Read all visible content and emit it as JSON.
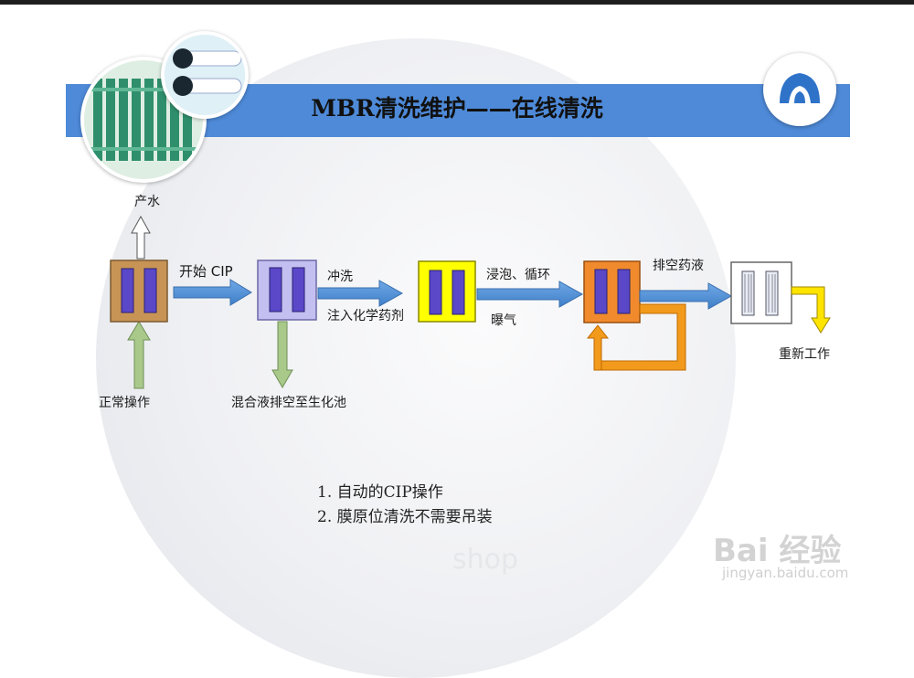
{
  "title": "MBR清洗维护——在线清洗",
  "labels": {
    "product_water": "产水",
    "start_cip": "开始 CIP",
    "normal_operation": "正常操作",
    "drain_mixed": "混合液排空至生化池",
    "flush": "冲洗",
    "inject_chemical": "注入化学药剂",
    "soak_circulate": "浸泡、循环",
    "aeration": "曝气",
    "drain_chemical": "排空药液",
    "restart": "重新工作"
  },
  "notes": [
    "1.  自动的CIP操作",
    "2.  膜原位清洗不需要吊装"
  ],
  "watermark": {
    "shop": "shop",
    "brand": "Bai 经验",
    "url": "jingyan.baidu.com"
  },
  "colors": {
    "banner": "#4e8ad8",
    "arrow": "#4f8fd6",
    "tank1": "#c89456",
    "tank2": "#c3bff0",
    "tank3": "#ffff00",
    "tank4": "#f08a2c",
    "tank5": "#ffffff",
    "membrane": "#5a48c8",
    "green_arrow": "#9fc27a",
    "yellow_arrow": "#ffe400",
    "orange_loop": "#f29a1c"
  }
}
